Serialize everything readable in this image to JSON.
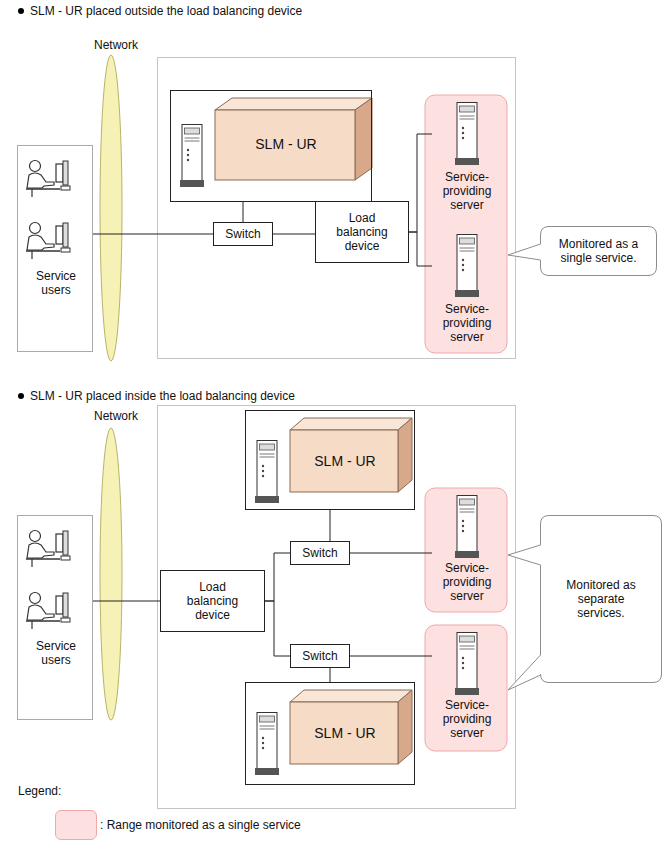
{
  "diagram": {
    "nodes": [
      {
        "text": [
          "Service users"
        ]
      },
      {
        "text": [
          "SLM - UR"
        ]
      },
      {
        "text": [
          "Switch"
        ]
      },
      {
        "text": [
          "Load balancing device"
        ]
      },
      {
        "text": [
          "Service-providing server"
        ]
      },
      {
        "text": [
          "Service-providing server"
        ]
      },
      {
        "text": [
          "Monitored as a single service."
        ]
      },
      {
        "text": [
          "Service users"
        ]
      },
      {
        "text": [
          "SLM - UR"
        ]
      },
      {
        "text": [
          "Load balancing device"
        ]
      },
      {
        "text": [
          "Switch"
        ]
      },
      {
        "text": [
          "Service-providing server"
        ]
      },
      {
        "text": [
          "Monitored as separate services."
        ]
      },
      {
        "text": [
          "Switch"
        ]
      },
      {
        "text": [
          "Service-providing server"
        ]
      },
      {
        "text": [
          "SLM - UR"
        ]
      }
    ],
    "edges": [
      {
        "from": 0,
        "to": 2,
        "arrow": "none"
      },
      {
        "from": 1,
        "to": 2,
        "arrow": "none"
      },
      {
        "from": 2,
        "to": 3,
        "arrow": "none"
      },
      {
        "from": 3,
        "to": 4,
        "arrow": "none"
      },
      {
        "from": 3,
        "to": 5,
        "arrow": "none"
      },
      {
        "from": 7,
        "to": 9,
        "arrow": "none"
      },
      {
        "from": 9,
        "to": 10,
        "arrow": "none"
      },
      {
        "from": 9,
        "to": 13,
        "arrow": "none"
      },
      {
        "from": 10,
        "to": 8,
        "arrow": "none"
      },
      {
        "from": 10,
        "to": 11,
        "arrow": "none"
      },
      {
        "from": 13,
        "to": 14,
        "arrow": "none"
      },
      {
        "from": 13,
        "to": 15,
        "arrow": "none"
      }
    ],
    "labels": [
      "SLM - UR placed outside the load balancing device",
      "Network",
      "SLM - UR placed inside the load balancing device",
      "Network",
      "Legend:"
    ],
    "legend": [
      {
        "text": ": Range monitored as a single service",
        "color": "#fde1e1"
      }
    ]
  }
}
